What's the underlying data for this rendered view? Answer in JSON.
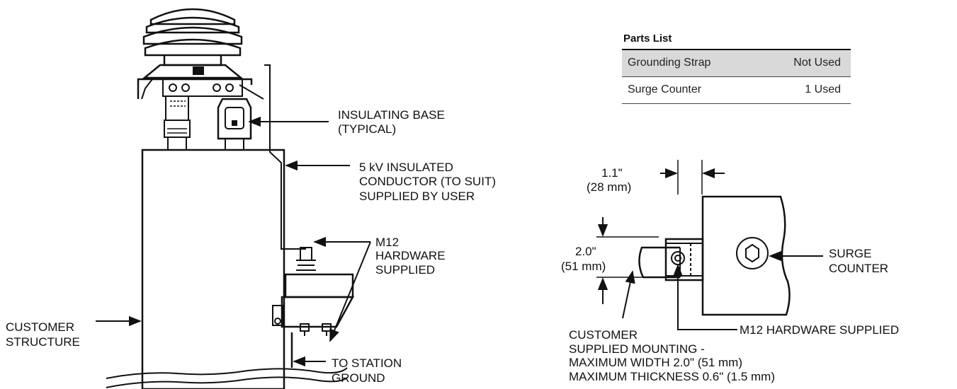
{
  "parts_list": {
    "title": "Parts List",
    "rows": [
      {
        "item": "Grounding Strap",
        "status": "Not Used"
      },
      {
        "item": "Surge Counter",
        "status": "1 Used"
      }
    ]
  },
  "labels": {
    "insulating_base": [
      "INSULATING BASE",
      "(TYPICAL)"
    ],
    "conductor": [
      "5 kV INSULATED",
      "CONDUCTOR (TO SUIT)",
      "SUPPLIED BY USER"
    ],
    "m12_main": [
      "M12",
      "HARDWARE",
      "SUPPLIED"
    ],
    "customer_structure": [
      "CUSTOMER",
      "STRUCTURE"
    ],
    "station_ground": [
      "TO STATION",
      "GROUND"
    ],
    "dim_width": [
      "1.1\"",
      "(28 mm)"
    ],
    "dim_height": [
      "2.0\"",
      "(51 mm)"
    ],
    "surge_counter": [
      "SURGE",
      "COUNTER"
    ],
    "m12_detail": "M12 HARDWARE SUPPLIED",
    "customer_mounting": [
      "CUSTOMER",
      "SUPPLIED MOUNTING -",
      "MAXIMUM WIDTH 2.0\" (51 mm)",
      "MAXIMUM THICKNESS 0.6\" (1.5 mm)"
    ]
  }
}
